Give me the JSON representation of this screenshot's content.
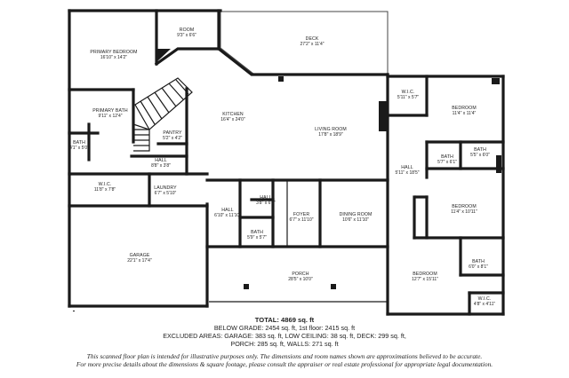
{
  "rooms": [
    {
      "id": "room",
      "name": "ROOM",
      "dims": "9'3\" x 6'6\""
    },
    {
      "id": "deck",
      "name": "DECK",
      "dims": "27'2\" x 11'4\""
    },
    {
      "id": "primary-bedroom",
      "name": "PRIMARY BEDROOM",
      "dims": "16'10\" x 14'2\""
    },
    {
      "id": "primary-bath",
      "name": "PRIMARY BATH",
      "dims": "9'11\" x 12'4\""
    },
    {
      "id": "kitchen",
      "name": "KITCHEN",
      "dims": "16'4\" x 24'0\""
    },
    {
      "id": "pantry",
      "name": "PANTRY",
      "dims": "5'2\" x 4'2\""
    },
    {
      "id": "bath-left",
      "name": "BATH",
      "dims": "4'1\" x 5'0\""
    },
    {
      "id": "hall-upper",
      "name": "HALL",
      "dims": "8'8\" x 3'8\""
    },
    {
      "id": "wic-primary",
      "name": "W.I.C.",
      "dims": "11'8\" x 7'8\""
    },
    {
      "id": "laundry",
      "name": "LAUNDRY",
      "dims": "6'7\" x 5'10\""
    },
    {
      "id": "living-room",
      "name": "LIVING ROOM",
      "dims": "17'8\" x 18'9\""
    },
    {
      "id": "wic-upper-right",
      "name": "W.I.C.",
      "dims": "5'11\" x 5'7\""
    },
    {
      "id": "bedroom-top",
      "name": "BEDROOM",
      "dims": "11'4\" x 11'4\""
    },
    {
      "id": "bath-right-1",
      "name": "BATH",
      "dims": "5'7\" x 6'1\""
    },
    {
      "id": "bath-right-2",
      "name": "BATH",
      "dims": "5'5\" x 6'0\""
    },
    {
      "id": "hall-right",
      "name": "HALL",
      "dims": "5'11\" x 18'5\""
    },
    {
      "id": "hall-center-small",
      "name": "HALL",
      "dims": "3'8\" x 6'3\""
    },
    {
      "id": "hall-center",
      "name": "HALL",
      "dims": "6'10\" x 11'10\""
    },
    {
      "id": "foyer",
      "name": "FOYER",
      "dims": "6'7\" x 11'10\""
    },
    {
      "id": "dining-room",
      "name": "DINING ROOM",
      "dims": "10'6\" x 11'10\""
    },
    {
      "id": "bedroom-middle",
      "name": "BEDROOM",
      "dims": "11'4\" x 10'11\""
    },
    {
      "id": "bath-center",
      "name": "BATH",
      "dims": "5'9\" x 5'7\""
    },
    {
      "id": "garage",
      "name": "GARAGE",
      "dims": "22'1\" x 17'4\""
    },
    {
      "id": "porch",
      "name": "PORCH",
      "dims": "28'5\" x 10'0\""
    },
    {
      "id": "bath-right-3",
      "name": "BATH",
      "dims": "6'0\" x 8'1\""
    },
    {
      "id": "bedroom-bottom",
      "name": "BEDROOM",
      "dims": "12'7\" x 15'11\""
    },
    {
      "id": "wic-bottom-right",
      "name": "W.I.C.",
      "dims": "4'8\" x 4'11\""
    }
  ],
  "summary": {
    "total": "TOTAL: 4869 sq. ft",
    "line1": "BELOW GRADE: 2454 sq. ft, 1st floor: 2415 sq. ft",
    "line2": "EXCLUDED AREAS: GARAGE: 383 sq. ft, LOW CEILING: 38 sq. ft, DECK: 299 sq. ft,",
    "line3": "PORCH: 285 sq. ft, WALLS: 271 sq. ft"
  },
  "disclaimer": {
    "line1": "This scanned floor plan is intended for illustrative purposes only. The dimensions and room names shown are approximations believed to be accurate.",
    "line2": "For more precise details about the dimensions & square footage, please consult the appraiser or real estate professional for appropriate legal documentation."
  }
}
